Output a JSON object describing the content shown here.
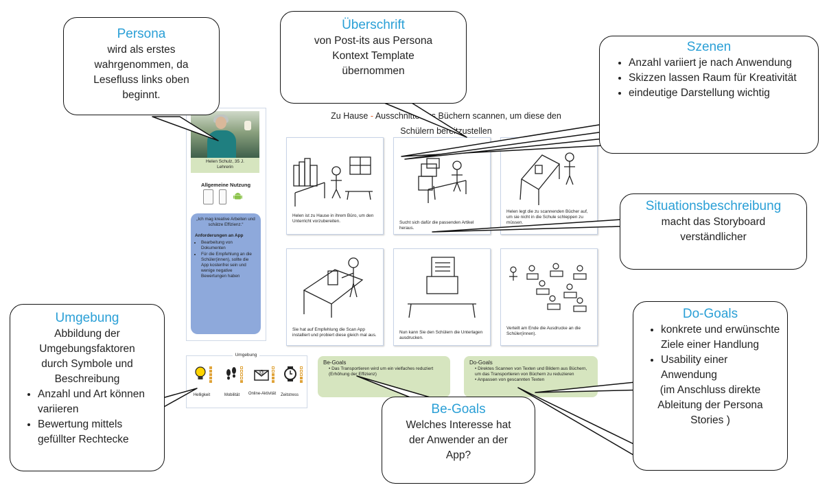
{
  "persona_card": {
    "name": "Helen Schulz, 35 J.",
    "role": "Lehrerin",
    "usage_title": "Allgemeine Nutzung",
    "quote": "„Ich mag kreative Arbeiten und schätze Effizienz.“",
    "requirements_title": "Anforderungen an App",
    "requirements": [
      "Bearbeitung von Dokumenten",
      "Für die Empfehlung an die Schüler(innen), sollte die App kostenfrei sein und wenige negative Bewertungen haben"
    ]
  },
  "environment": {
    "title": "Umgebung",
    "factors": [
      {
        "label": "Helligkeit",
        "icon": "lightbulb-icon",
        "level": 5
      },
      {
        "label": "Mobilität",
        "icon": "footprints-icon",
        "level": 1
      },
      {
        "label": "Online-Aktivität",
        "icon": "email-icon",
        "level": 3
      },
      {
        "label": "Zeitstress",
        "icon": "watch-icon",
        "level": 2
      }
    ]
  },
  "storyboard": {
    "title_context": "Zu Hause",
    "title_dash": "-",
    "title_line1_text": "Ausschnitte aus Büchern scannen, um diese den",
    "title_line2": "Schülern bereitzustellen",
    "scenes": [
      "Helen ist zu Hause in ihrem Büro, um den Unterricht vorzubereiten.",
      "Sucht sich dafür die passenden Artikel heraus.",
      "Helen legt die zu scannenden Bücher auf, um sie nicht in die Schule schleppen zu müssen.",
      "Sie hat auf Empfehlung die Scan App installiert und probiert diese gleich mal aus.",
      "Nun kann Sie den Schülern die Unterlagen ausdrucken.",
      "Verteilt am Ende die Ausdrucke an die Schüler(innen)."
    ]
  },
  "be_goals": {
    "title": "Be-Goals",
    "items": [
      "Das Transportieren wird um ein vielfaches reduziert (Erhöhung der Effizienz)"
    ]
  },
  "do_goals": {
    "title": "Do-Goals",
    "items": [
      "Direktes Scannen von Texten und Bildern aus Büchern, um das Transportieren von Büchern zu reduzieren",
      "Anpassen von gescannten Texten"
    ]
  },
  "callouts": {
    "persona": {
      "title": "Persona",
      "text": "wird als erstes wahrgenommen, da Lesefluss links oben beginnt."
    },
    "ueberschrift": {
      "title": "Überschrift",
      "text": "von Post-its aus Persona Kontext Template übernommen"
    },
    "szenen": {
      "title": "Szenen",
      "bullets": [
        "Anzahl variiert je nach Anwendung",
        "Skizzen lassen Raum für Kreativität",
        "eindeutige Darstellung wichtig"
      ]
    },
    "situation": {
      "title": "Situationsbeschreibung",
      "text": "macht das Storyboard verständlicher"
    },
    "umgebung": {
      "title": "Umgebung",
      "text": "Abbildung der Umgebungsfaktoren durch Symbole und Beschreibung",
      "bullets": [
        "Anzahl und Art können variieren",
        "Bewertung mittels gefüllter Rechtecke"
      ]
    },
    "do_goals": {
      "title": "Do-Goals",
      "bullets": [
        "konkrete und erwünschte Ziele einer Handlung",
        "Usability einer Anwendung"
      ],
      "note": "(im Anschluss direkte Ableitung der Persona Stories )"
    },
    "be_goals": {
      "title": "Be-Goals",
      "text": "Welches Interesse hat der Anwender an der App?"
    }
  },
  "colors": {
    "accent": "#2a9fd6",
    "goal_green": "#d6e5bf",
    "persona_blue": "#8ea9db",
    "dash_orange": "#e05a20"
  }
}
